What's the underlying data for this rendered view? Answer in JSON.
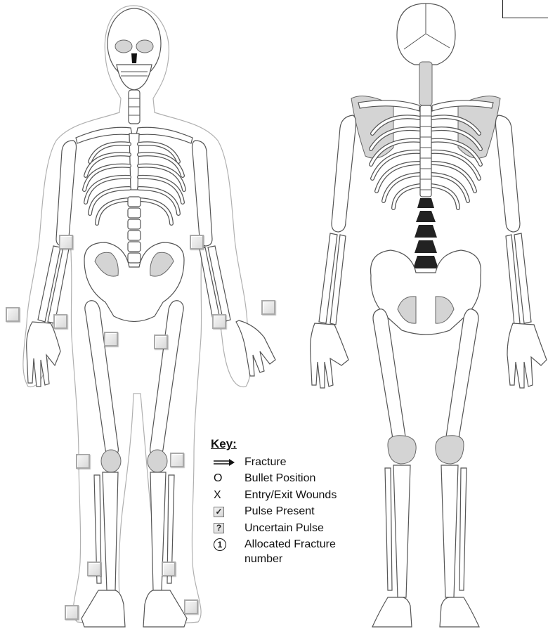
{
  "key": {
    "title": "Key:",
    "items": [
      {
        "symbol": "⟹",
        "label": "Fracture",
        "icon": "fracture-arrow-icon"
      },
      {
        "symbol": "O",
        "label": "Bullet Position",
        "icon": "bullet-circle-icon"
      },
      {
        "symbol": "X",
        "label": "Entry/Exit Wounds",
        "icon": "wound-x-icon"
      },
      {
        "symbol": "✓",
        "label": "Pulse Present",
        "icon": "checked-box-icon"
      },
      {
        "symbol": "?",
        "label": "Uncertain Pulse",
        "icon": "question-box-icon"
      },
      {
        "symbol": "1",
        "label": "Allocated Fracture",
        "label_cont": "number",
        "icon": "numbered-circle-icon"
      }
    ]
  },
  "pulse_sites_count": 14,
  "colors": {
    "bone_outline": "#555555",
    "bone_shade": "#d4d4d4",
    "body_outline": "#b0b0b0",
    "pulse_box": "#a9a9a9"
  }
}
